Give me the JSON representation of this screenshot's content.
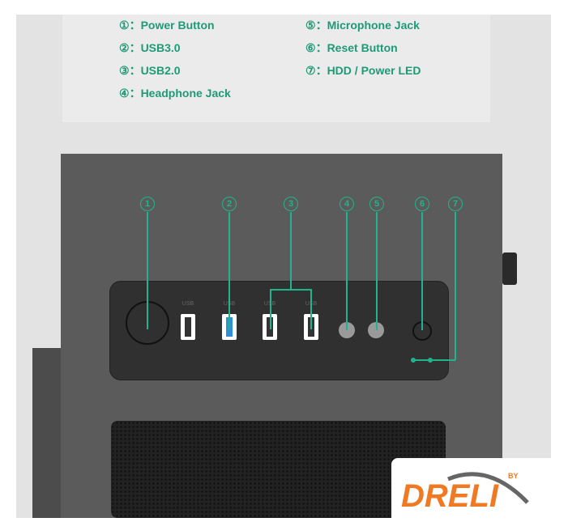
{
  "legend": [
    {
      "num": "①",
      "label": "Power Button"
    },
    {
      "num": "②",
      "label": "USB3.0"
    },
    {
      "num": "③",
      "label": "USB2.0"
    },
    {
      "num": "④",
      "label": "Headphone Jack"
    },
    {
      "num": "⑤",
      "label": "Microphone Jack"
    },
    {
      "num": "⑥",
      "label": "Reset Button"
    },
    {
      "num": "⑦",
      "label": "HDD / Power LED"
    }
  ],
  "markers": [
    "1",
    "2",
    "3",
    "4",
    "5",
    "6",
    "7"
  ],
  "port_labels": {
    "usb": "USB"
  },
  "logo": {
    "text": "DRELI",
    "by": "BY"
  },
  "colors": {
    "accent": "#1fb58a",
    "logo": "#f07a24"
  }
}
